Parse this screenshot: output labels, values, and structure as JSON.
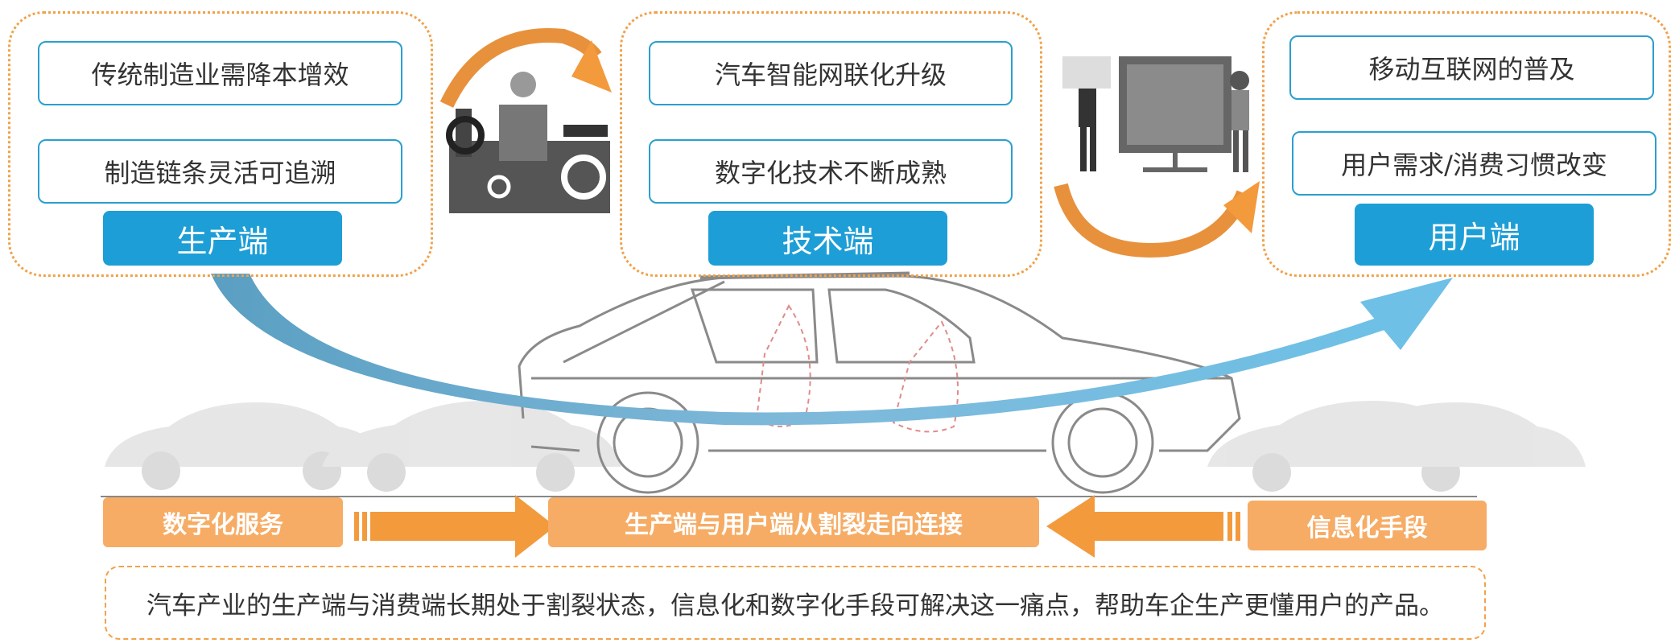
{
  "groups": [
    {
      "name": "production",
      "items": [
        "传统制造业需降本增效",
        "制造链条灵活可追溯"
      ],
      "label": "生产端"
    },
    {
      "name": "technology",
      "items": [
        "汽车智能网联化升级",
        "数字化技术不断成熟"
      ],
      "label": "技术端"
    },
    {
      "name": "user",
      "items": [
        "移动互联网的普及",
        "用户需求/消费习惯改变"
      ],
      "label": "用户端"
    }
  ],
  "bottom": {
    "left": "数字化服务",
    "center": "生产端与用户端从割裂走向连接",
    "right": "信息化手段"
  },
  "summary": "汽车产业的生产端与消费端长期处于割裂状态，信息化和数字化手段可解决这一痛点，帮助车企生产更懂用户的产品。",
  "colors": {
    "blue": "#1d9ed6",
    "orange": "#f6ac65",
    "dashed_orange": "#f0a24a",
    "outline_blue": "#2a9fd0"
  }
}
